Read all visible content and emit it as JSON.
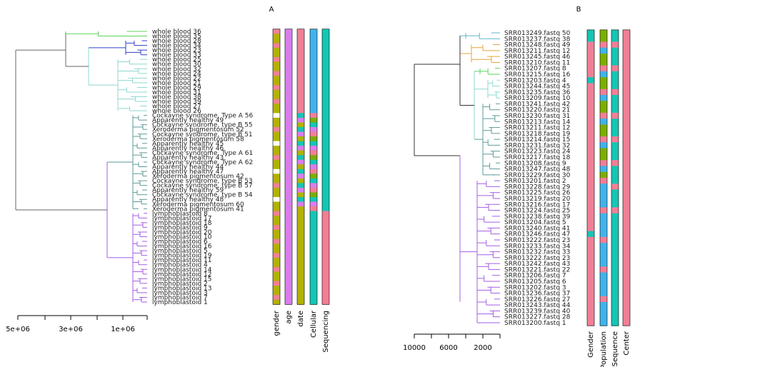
{
  "chart_data": [
    {
      "type": "dendrogram-heatmap",
      "panel_label": "A",
      "axis": {
        "ticks": [
          "5e+06",
          "3e+06",
          "1e+06"
        ]
      },
      "leaves": [
        "whole blood 36",
        "whole blood 35",
        "whole blood 28",
        "whole blood 34",
        "whole blood 23",
        "whole blood 33",
        "whole blood 25",
        "whole blood 30",
        "whole blood 32",
        "whole blood 24",
        "whole blood 22",
        "whole blood 21",
        "whole blood 29",
        "whole blood 31",
        "whole blood 38",
        "whole blood 39",
        "whole blood 27",
        "whole blood 26",
        "Cockayne syndrome, Type A 56",
        "Apparently healthy 49",
        "Cockayne syndrome, type B 55",
        "Xeroderma pigmentosum 52",
        "Cockayne syndrome, type B 51",
        "Xeroderma pigmentosum 58",
        "Apparently healthy 45",
        "Apparently healthy 46",
        "Cockayne syndrome, Type A 61",
        "Apparently healthy 43",
        "Cockayne syndrome, Type A 62",
        "Apparently healthy 44",
        "Apparently healthy 47",
        "Xeroderma pigmentosum 42",
        "Cockayne syndrome, type B 53",
        "Cockayne syndrome, type B 57",
        "Apparently healthy 59",
        "Cockayne syndrome, type B 54",
        "Apparently healthy 48",
        "Xeroderma pigmentosum 60",
        "Xeroderma pigmentosum 41",
        "lymphoblastoid 8",
        "lymphoblastoid 17",
        "lymphoblastoid 18",
        "lymphoblastoid 9",
        "lymphoblastoid 20",
        "lymphoblastoid 10",
        "lymphoblastoid 6",
        "lymphoblastoid 16",
        "lymphoblastoid 5",
        "lymphoblastoid 19",
        "lymphoblastoid 11",
        "lymphoblastoid 4",
        "lymphoblastoid 14",
        "lymphoblastoid 12",
        "lymphoblastoid 15",
        "lymphoblastoid 2",
        "lymphoblastoid 13",
        "lymphoblastoid 3",
        "lymphoblastoid 7",
        "lymphoblastoid 1"
      ],
      "tracks": [
        "gender",
        "age",
        "date",
        "Cellular",
        "Sequencing"
      ],
      "track_colors": {
        "gender": "#b2b200|#f27f96",
        "age": "#da7ded",
        "date": "#f27f96",
        "Cellular": "#3fb3ec",
        "Sequencing": "#14c6b5"
      },
      "branch_colors": [
        "#5ad45a",
        "#2f3fc9",
        "#8dd8d0",
        "#5e9a9a",
        "#a35ee6",
        "#666666"
      ]
    },
    {
      "type": "dendrogram-heatmap",
      "panel_label": "B",
      "axis": {
        "ticks": [
          "10000",
          "6000",
          "2000"
        ]
      },
      "leaves": [
        "SRR013249.fastq 50",
        "SRR013237.fastq 38",
        "SRR013248.fastq 49",
        "SRR013211.fastq 12",
        "SRR013245.fastq 46",
        "SRR013210.fastq 11",
        "SRR013207.fastq 8",
        "SRR013215.fastq 16",
        "SRR013203.fastq 4",
        "SRR013244.fastq 45",
        "SRR013235.fastq 36",
        "SRR013209.fastq 10",
        "SRR013241.fastq 42",
        "SRR013220.fastq 21",
        "SRR013230.fastq 31",
        "SRR013213.fastq 14",
        "SRR013211.fastq 12",
        "SRR013218.fastq 19",
        "SRR013214.fastq 15",
        "SRR013231.fastq 32",
        "SRR013223.fastq 24",
        "SRR013217.fastq 18",
        "SRR013208.fastq 9",
        "SRR013247.fastq 48",
        "SRR013229.fastq 30",
        "SRR013201.fastq 2",
        "SRR013228.fastq 29",
        "SRR013225.fastq 26",
        "SRR013219.fastq 20",
        "SRR013216.fastq 17",
        "SRR013224.fastq 25",
        "SRR013238.fastq 39",
        "SRR013204.fastq 5",
        "SRR013240.fastq 41",
        "SRR013246.fastq 47",
        "SRR013222.fastq 23",
        "SRR013233.fastq 34",
        "SRR013232.fastq 33",
        "SRR013222.fastq 23",
        "SRR013242.fastq 43",
        "SRR013221.fastq 22",
        "SRR013206.fastq 7",
        "SRR013205.fastq 6",
        "SRR013202.fastq 3",
        "SRR013236.fastq 37",
        "SRR013226.fastq 27",
        "SRR013243.fastq 44",
        "SRR013239.fastq 40",
        "SRR013227.fastq 28",
        "SRR013200.fastq 1"
      ],
      "tracks": [
        "Gender",
        "Population",
        "Sequence",
        "Center"
      ],
      "track_colors": {
        "Gender": "#f27f96|#14c6b5",
        "Population": "#3fb3ec|#7cae00",
        "Sequence": "#14c6b5|#f27f96",
        "Center": "#f27f96"
      },
      "branch_colors": [
        "#5eb7c9",
        "#e8a33c",
        "#5ad45a",
        "#8dd8d0",
        "#5e9a9a",
        "#a35ee6",
        "#333333"
      ]
    }
  ]
}
